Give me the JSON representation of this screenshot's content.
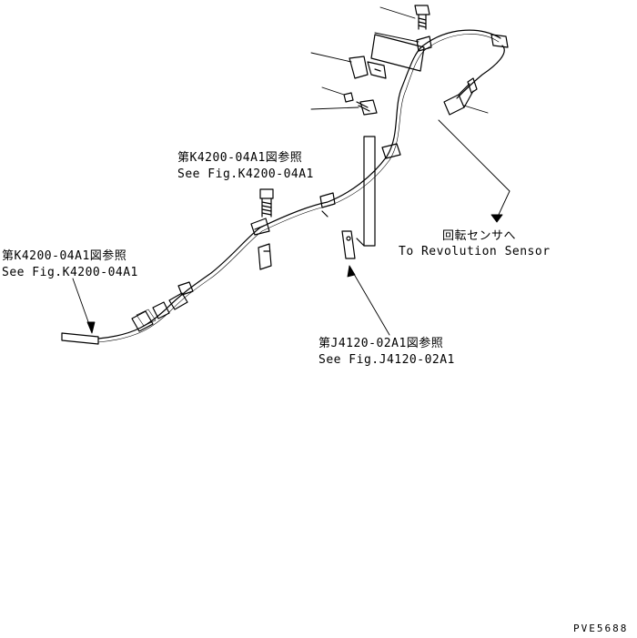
{
  "callouts": {
    "ref_top_jp": "第K4200-04A1図参照",
    "ref_top_en": "See Fig.K4200-04A1",
    "ref_left_jp": "第K4200-04A1図参照",
    "ref_left_en": "See Fig.K4200-04A1",
    "ref_bottom_jp": "第J4120-02A1図参照",
    "ref_bottom_en": "See Fig.J4120-02A1",
    "sensor_jp": "回転センサへ",
    "sensor_en": "To Revolution Sensor"
  },
  "drawing_code": "PVE5688",
  "colors": {
    "ink": "#000000",
    "paper": "#ffffff"
  }
}
